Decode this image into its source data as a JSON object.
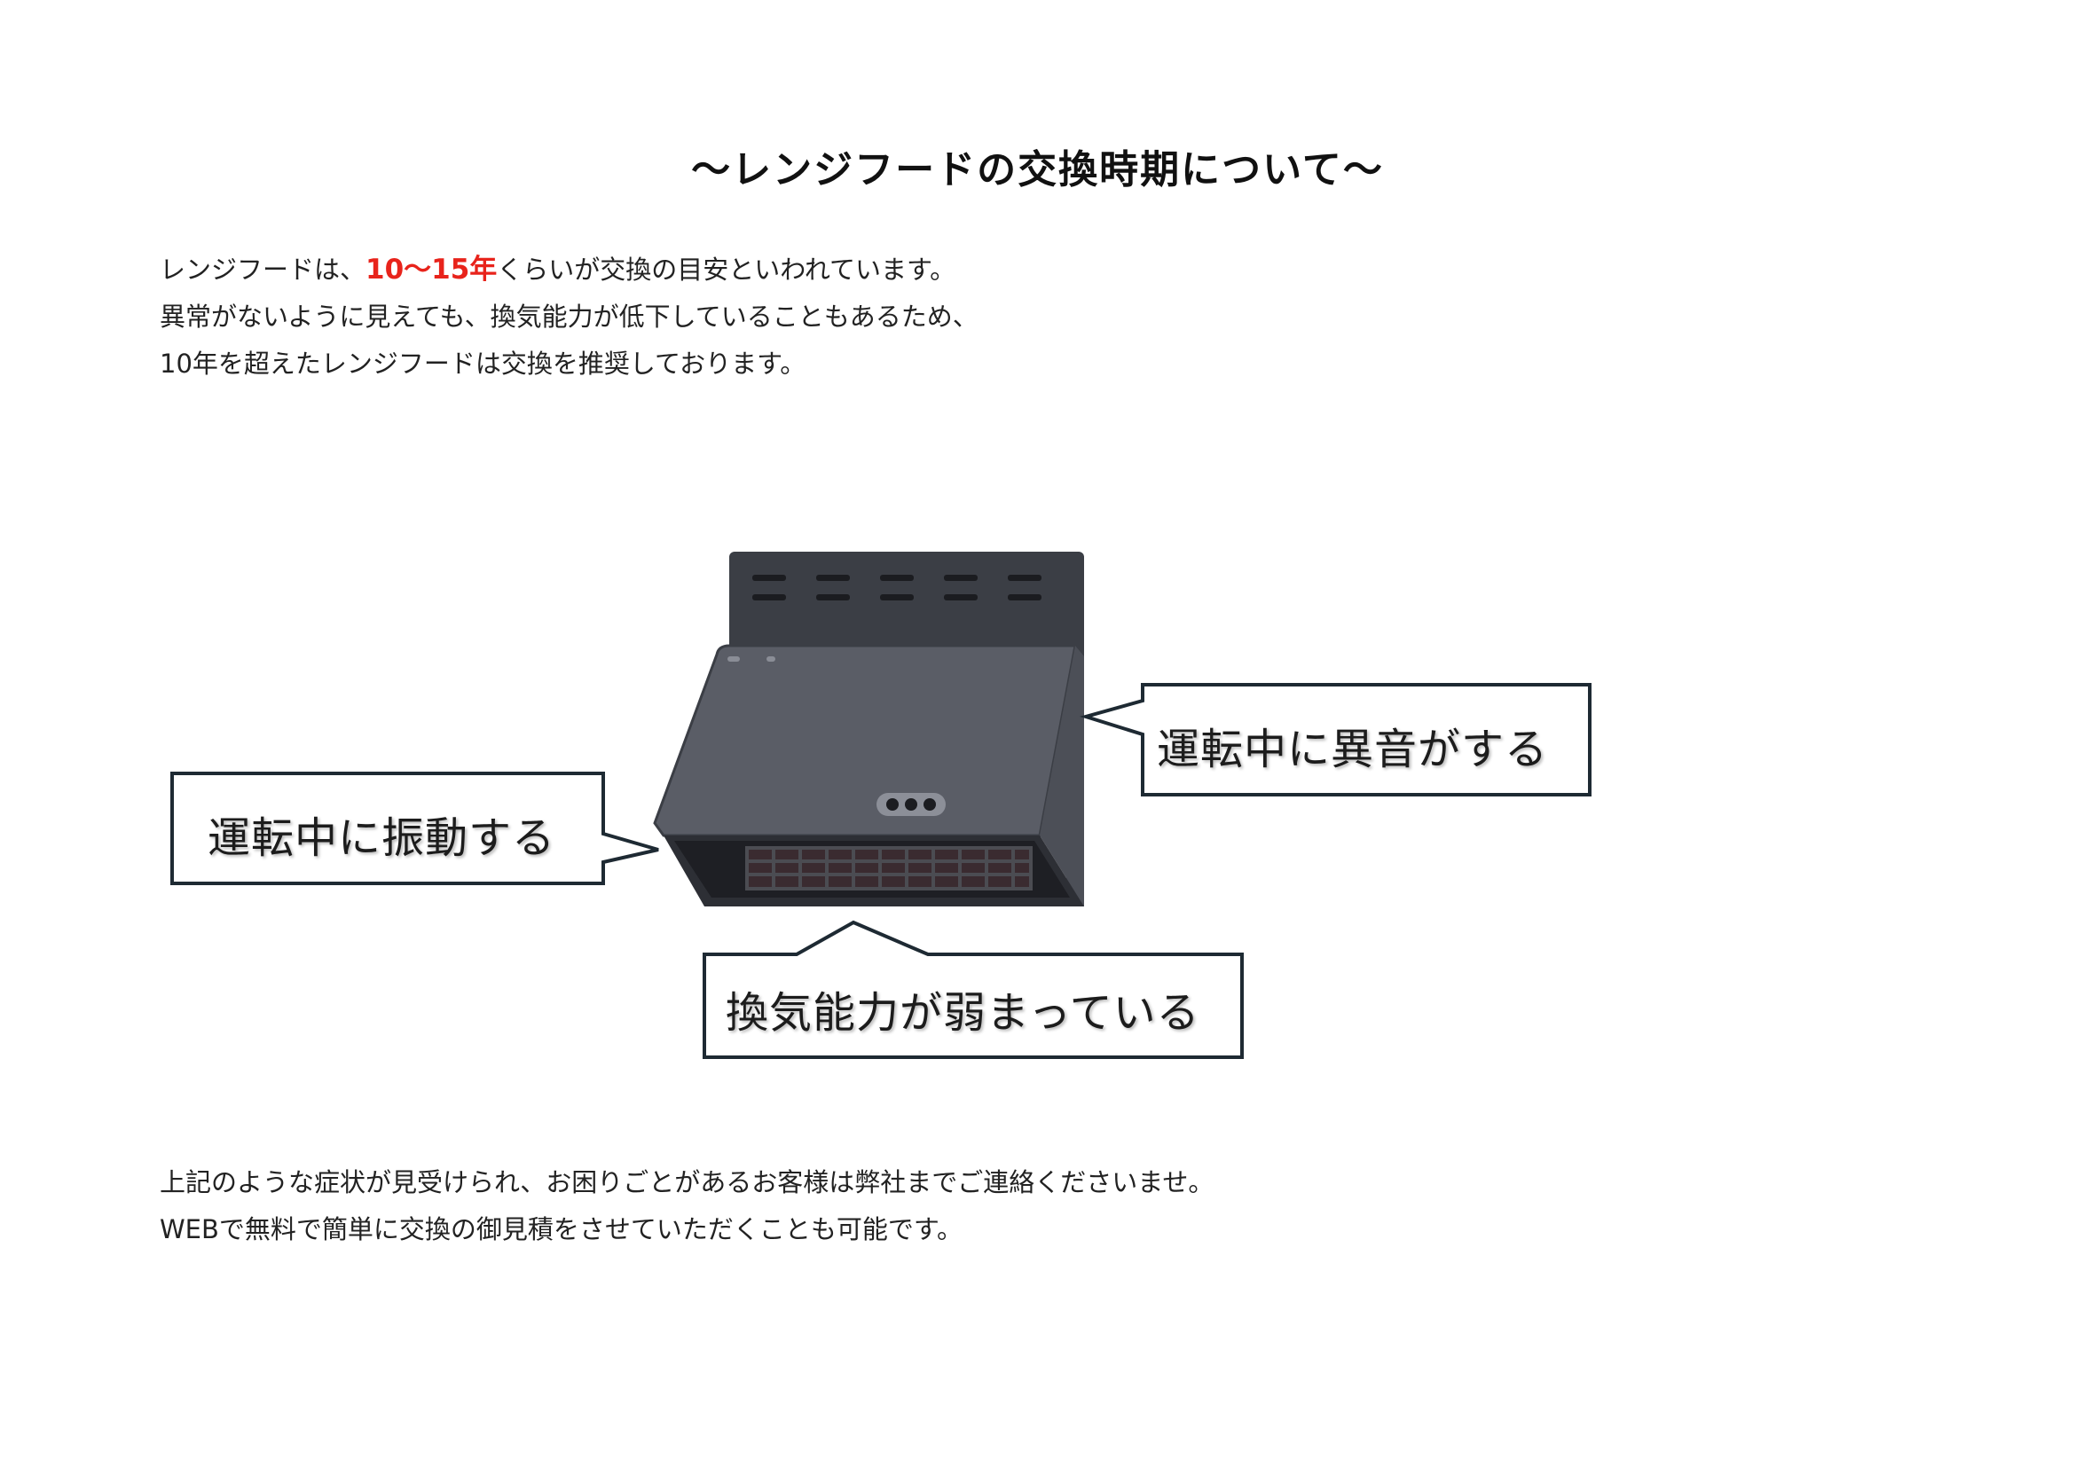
{
  "title": "～レンジフードの交換時期について～",
  "intro": {
    "line1_before": "レンジフードは、",
    "line1_highlight": "10～15年",
    "line1_after": "くらいが交換の目安といわれています。",
    "line2": "異常がないように見えても、換気能力が低下していることもあるため、",
    "line3": "10年を超えたレンジフードは交換を推奨しております。"
  },
  "callouts": {
    "noise": "運転中に異音がする",
    "vibration": "運転中に振動する",
    "weak": "換気能力が弱まっている"
  },
  "closing": {
    "line1": "上記のような症状が見受けられ、お困りごとがあるお客様は弊社までご連絡くださいませ。",
    "line2": "WEBで無料で簡単に交換の御見積をさせていただくことも可能です。"
  },
  "colors": {
    "highlight": "#e8231b",
    "hood_body": "#5a5d66",
    "hood_dark": "#3b3e45",
    "callout_border": "#1e2a33"
  },
  "icons": {
    "illustration": "range-hood-illustration"
  }
}
